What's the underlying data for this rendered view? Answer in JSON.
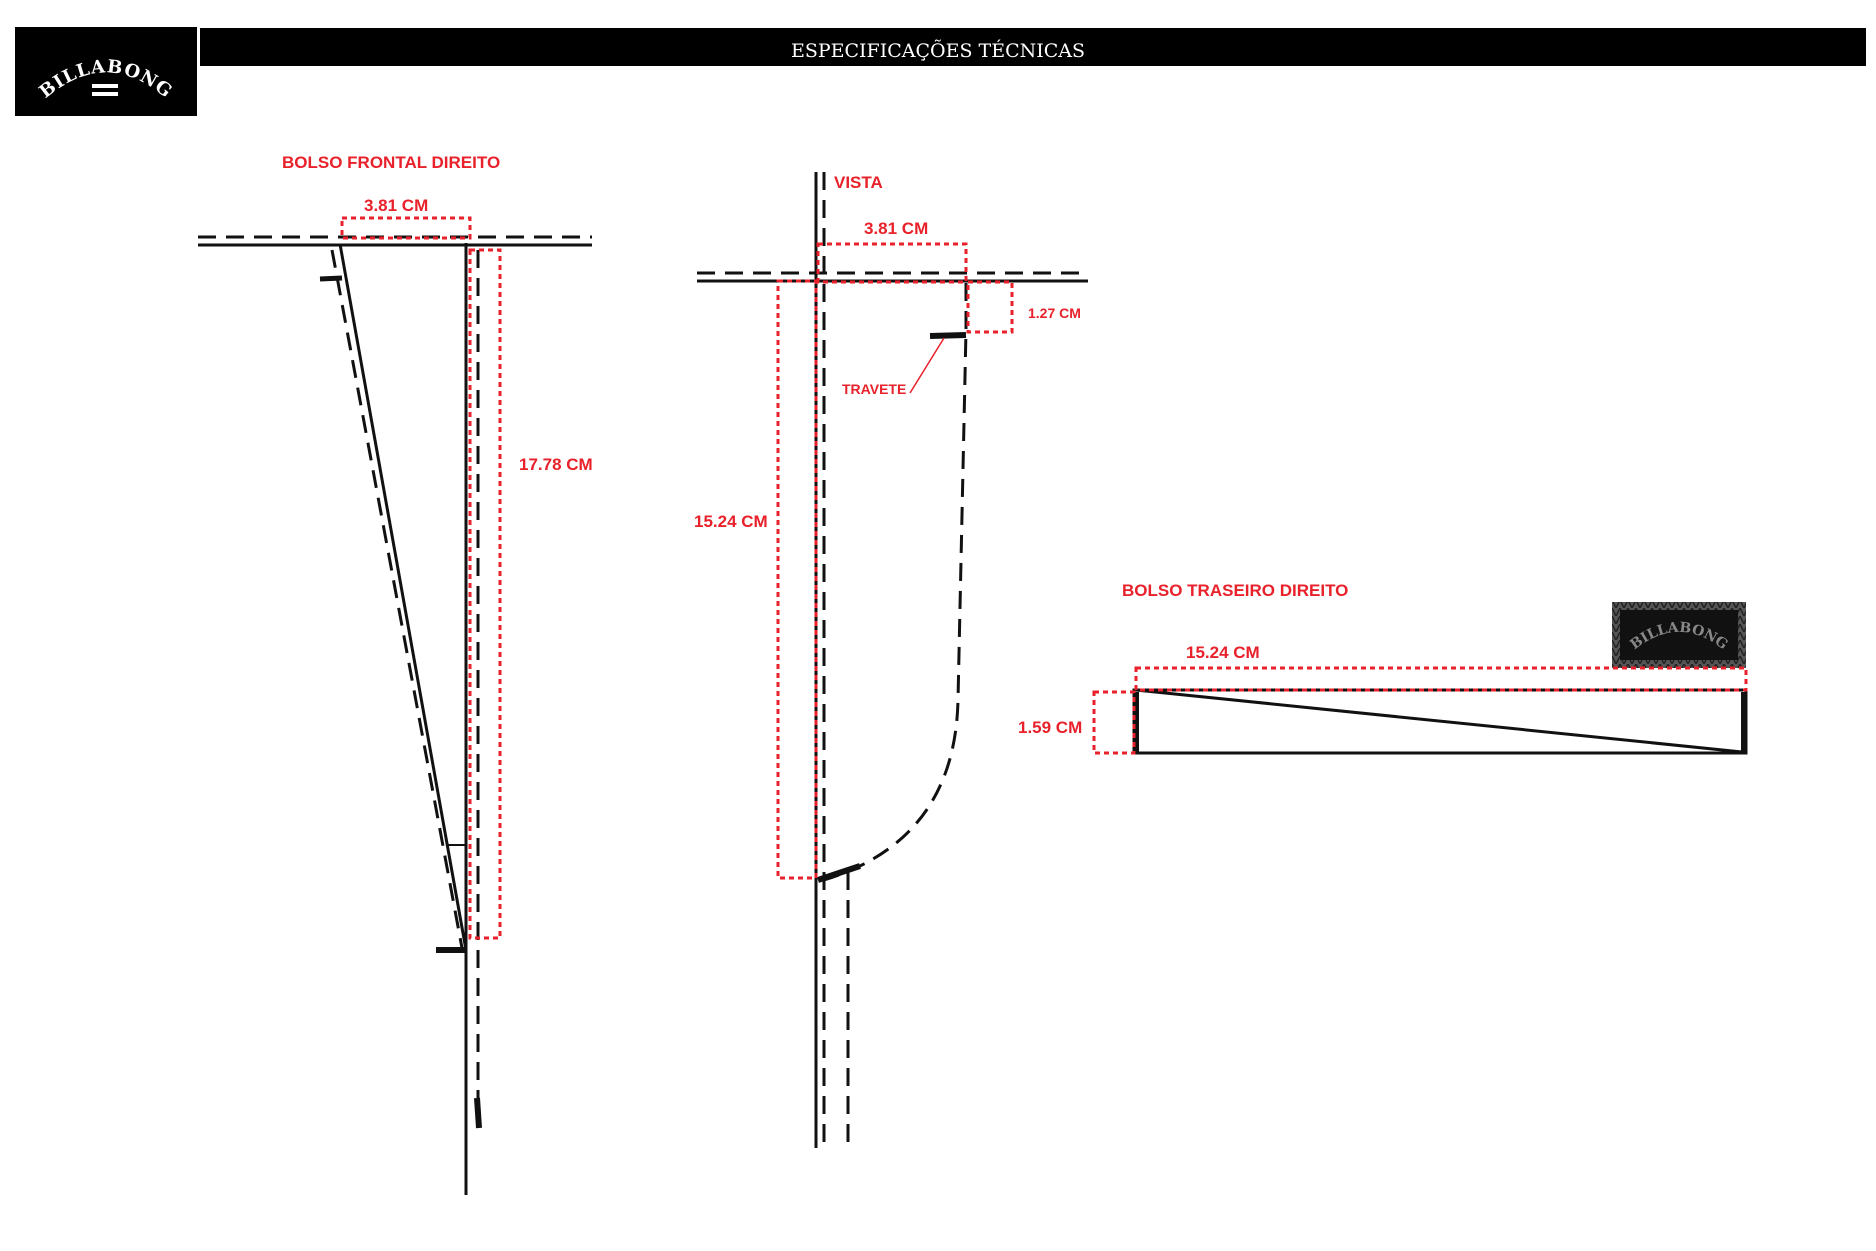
{
  "header": {
    "title": "ESPECIFICAÇÕES TÉCNICAS",
    "logo_text": "BILLABONG",
    "logo_icon": "billabong-logo-icon"
  },
  "front_pocket": {
    "title": "BOLSO FRONTAL DIREITO",
    "width_label": "3.81 CM",
    "height_label": "17.78 CM"
  },
  "view": {
    "title": "VISTA",
    "width_label": "3.81 CM",
    "offset_label": "1.27 CM",
    "bartack_label": "TRAVETE",
    "height_label": "15.24 CM"
  },
  "back_pocket": {
    "title": "BOLSO TRASEIRO DIREITO",
    "width_label": "15.24 CM",
    "height_label": "1.59 CM",
    "label_text": "BILLABONG"
  },
  "colors": {
    "dimension": "#e8212b",
    "line": "#111111",
    "header_bg": "#000000",
    "header_text": "#ffffff"
  }
}
